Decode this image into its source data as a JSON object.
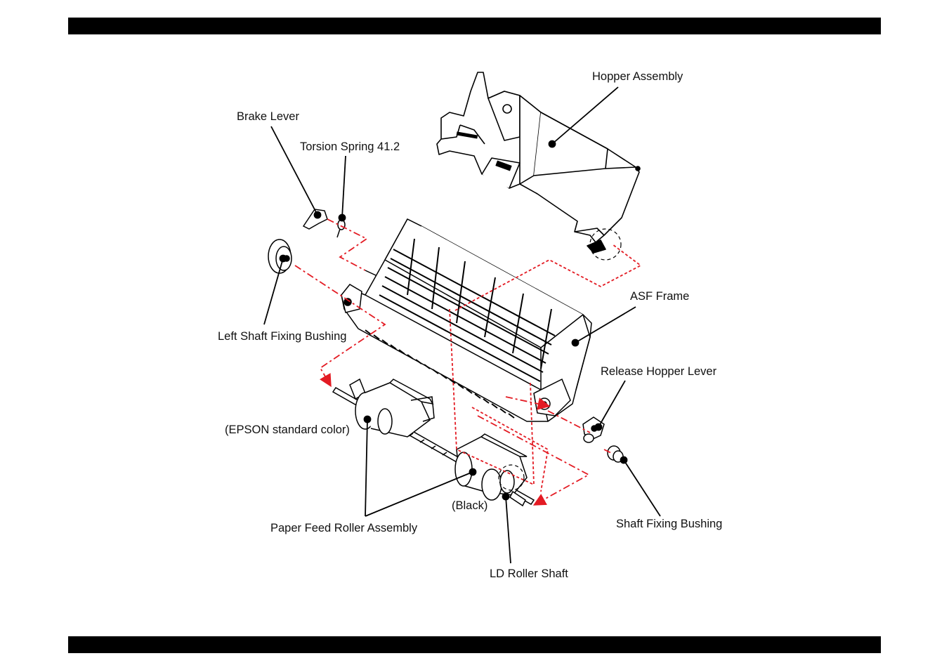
{
  "labels": {
    "hopper_assembly": "Hopper Assembly",
    "brake_lever": "Brake Lever",
    "torsion_spring": "Torsion Spring 41.2",
    "left_shaft_fixing_bushing": "Left Shaft Fixing Bushing",
    "asf_frame": "ASF Frame",
    "release_hopper_lever": "Release Hopper Lever",
    "epson_standard_color": "(EPSON standard color)",
    "black": "(Black)",
    "paper_feed_roller_assembly": "Paper Feed Roller Assembly",
    "shaft_fixing_bushing": "Shaft Fixing Bushing",
    "ld_roller_shaft": "LD Roller Shaft"
  },
  "colors": {
    "band": "#000000",
    "assembly_path": "#e31b23",
    "line_art": "#000000"
  }
}
